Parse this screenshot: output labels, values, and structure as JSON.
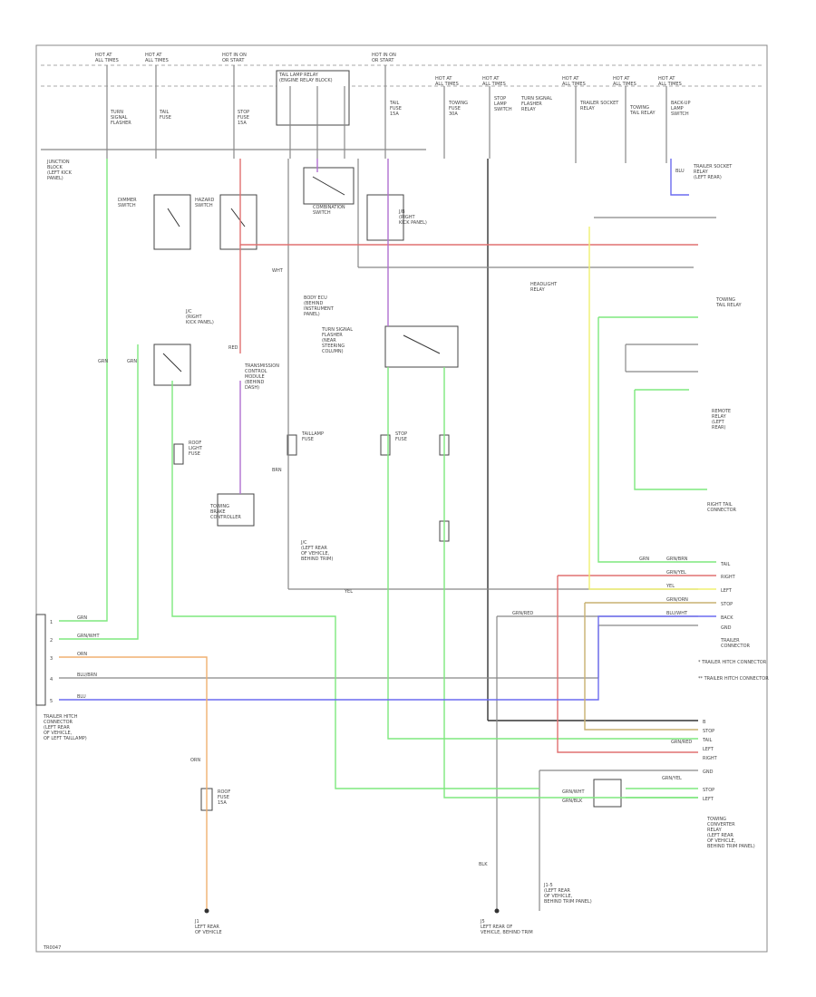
{
  "diagram": {
    "footer_code": "TR0047",
    "fuse_labels": [
      {
        "id": "f1",
        "lines": [
          "HOT AT",
          "ALL TIMES"
        ]
      },
      {
        "id": "f2",
        "lines": [
          "HOT AT",
          "ALL TIMES"
        ]
      },
      {
        "id": "f3",
        "lines": [
          "HOT IN ON",
          "OR START"
        ]
      },
      {
        "id": "f4",
        "lines": [
          "HOT IN ON",
          "OR START"
        ]
      },
      {
        "id": "f5",
        "lines": [
          "HOT AT",
          "ALL TIMES"
        ]
      },
      {
        "id": "f6",
        "lines": [
          "HOT AT",
          "ALL TIMES"
        ]
      },
      {
        "id": "f7",
        "lines": [
          "HOT AT",
          "ALL TIMES"
        ]
      },
      {
        "id": "f8",
        "lines": [
          "HOT AT",
          "ALL TIMES"
        ]
      },
      {
        "id": "f9",
        "lines": [
          "HOT AT",
          "ALL TIMES"
        ]
      }
    ],
    "relay_header": [
      "TAIL LAMP RELAY",
      "(ENGINE RELAY BLOCK)"
    ],
    "left_connector": {
      "name": [
        "TRAILER HITCH",
        "CONNECTOR",
        "(LEFT REAR",
        "OF VEHICLE,",
        "OF LEFT TAILLAMP)"
      ],
      "pins": [
        "1",
        "2",
        "3",
        "4",
        "5"
      ],
      "wires": [
        "GRN",
        "GRN/WHT",
        "ORN",
        "BLU/BRN",
        "BLU"
      ]
    },
    "right_connector": {
      "name": [
        "TRAILER",
        "CONNECTOR"
      ],
      "pins": [
        "TAIL",
        "RIGHT",
        "LEFT",
        "STOP",
        "BACK",
        "GND"
      ],
      "wires": [
        "GRN",
        "GRN/BRN",
        "GRN/YEL",
        "YEL",
        "GRN/ORN",
        "GRN/RED",
        "BLU/WHT"
      ],
      "notes": [
        "* TRAILER HITCH CONNECTOR",
        "** TRAILER HITCH CONNECTOR"
      ]
    },
    "towing_connector": {
      "name": [
        "TOWING",
        "CONVERTER",
        "RELAY",
        "(LEFT REAR",
        "OF VEHICLE,",
        "BEHIND TRIM PANEL)"
      ],
      "pins": [
        "B",
        "STOP",
        "TAIL",
        "LEFT",
        "RIGHT",
        "GND",
        "STOP",
        "LEFT"
      ]
    },
    "ground_left": {
      "code": "J1",
      "lines": [
        "LEFT REAR",
        "OF VEHICLE"
      ]
    },
    "ground_mid": {
      "code": "J5",
      "lines": [
        "LEFT REAR OF",
        "VEHICLE, BEHIND TRIM"
      ]
    },
    "ground_mid2": {
      "lines": [
        "J1-5",
        "(LEFT REAR",
        "OF VEHICLE,",
        "BEHIND TRIM PANEL)"
      ]
    },
    "comp_labels": [
      {
        "id": "c1",
        "lines": [
          "JUNCTION",
          "BLOCK",
          "(LEFT KICK",
          "PANEL)"
        ]
      },
      {
        "id": "c2",
        "lines": [
          "TURN",
          "SIGNAL",
          "FLASHER"
        ]
      },
      {
        "id": "c3",
        "lines": [
          "TAIL",
          "FUSE"
        ]
      },
      {
        "id": "c4",
        "lines": [
          "STOP",
          "FUSE",
          "15A"
        ]
      },
      {
        "id": "c5",
        "lines": [
          "TAIL",
          "FUSE",
          "15A"
        ]
      },
      {
        "id": "c6",
        "lines": [
          "TOWING",
          "FUSE",
          "30A"
        ]
      },
      {
        "id": "c7",
        "lines": [
          "STOP",
          "LAMP",
          "SWITCH"
        ]
      },
      {
        "id": "c8",
        "lines": [
          "TURN SIGNAL",
          "FLASHER",
          "RELAY"
        ]
      },
      {
        "id": "c9",
        "lines": [
          "TRAILER SOCKET",
          "RELAY"
        ]
      },
      {
        "id": "c10",
        "lines": [
          "TOWING",
          "TAIL RELAY"
        ]
      },
      {
        "id": "c11",
        "lines": [
          "BACK-UP",
          "LAMP",
          "SWITCH"
        ]
      },
      {
        "id": "c12",
        "lines": [
          "DIMMER",
          "SWITCH"
        ]
      },
      {
        "id": "c13",
        "lines": [
          "HAZARD",
          "SWITCH"
        ]
      },
      {
        "id": "c14",
        "lines": [
          "COMBINATION",
          "SWITCH"
        ]
      },
      {
        "id": "c15",
        "lines": [
          "BODY ECU",
          "(BEHIND",
          "INSTRUMENT",
          "PANEL)"
        ]
      },
      {
        "id": "c16",
        "lines": [
          "J/B",
          "(RIGHT",
          "KICK PANEL)"
        ]
      },
      {
        "id": "c17",
        "lines": [
          "HEADLIGHT",
          "RELAY"
        ]
      },
      {
        "id": "c18",
        "lines": [
          "TURN SIGNAL",
          "FLASHER",
          "(NEAR",
          "STEERING",
          "COLUMN)"
        ]
      },
      {
        "id": "c19",
        "lines": [
          "J/C",
          "(RIGHT",
          "KICK PANEL)"
        ]
      },
      {
        "id": "c20",
        "lines": [
          "TRANSMISSION",
          "CONTROL",
          "MODULE",
          "(BEHIND",
          "DASH)"
        ]
      },
      {
        "id": "c21",
        "lines": [
          "TOWING",
          "BRAKE",
          "CONTROLLER"
        ]
      },
      {
        "id": "c22",
        "lines": [
          "J/C",
          "(LEFT REAR",
          "OF VEHICLE,",
          "BEHIND TRIM)"
        ]
      },
      {
        "id": "c23",
        "lines": [
          "ROOF",
          "LIGHT",
          "FUSE"
        ]
      },
      {
        "id": "c24",
        "lines": [
          "TAILLAMP",
          "FUSE"
        ]
      },
      {
        "id": "c25",
        "lines": [
          "STOP",
          "FUSE"
        ]
      },
      {
        "id": "c26",
        "lines": [
          "TRAILER SOCKET",
          "RELAY",
          "(LEFT REAR)"
        ]
      },
      {
        "id": "c27",
        "lines": [
          "TOWING",
          "TAIL RELAY"
        ]
      },
      {
        "id": "c28",
        "lines": [
          "REMOTE",
          "RELAY",
          "(LEFT",
          "REAR)"
        ]
      },
      {
        "id": "c29",
        "lines": [
          "RIGHT TAIL",
          "CONNECTOR"
        ]
      },
      {
        "id": "c30",
        "lines": [
          "ROOF",
          "FUSE",
          "15A"
        ]
      }
    ],
    "wire_codes": {
      "w_grn_l": "GRN",
      "w_grn2": "GRN",
      "w_red": "RED",
      "w_blu": "BLU",
      "w_yel": "YEL",
      "w_wht": "WHT",
      "w_brn": "BRN",
      "w_blk": "BLK",
      "w_grnw": "GRN/WHT",
      "w_grnb": "GRN/BLK",
      "w_orn": "ORN",
      "w_grnr": "GRN/RED",
      "w_grny": "GRN/YEL"
    },
    "colors": {
      "green": "#7ee87e",
      "red": "#e07070",
      "blue": "#6b6bf0",
      "yellow": "#f0f070",
      "orange": "#f0b070",
      "purple": "#b070d0",
      "tan": "#c8b070",
      "black": "#333333",
      "gray": "#888888"
    }
  }
}
